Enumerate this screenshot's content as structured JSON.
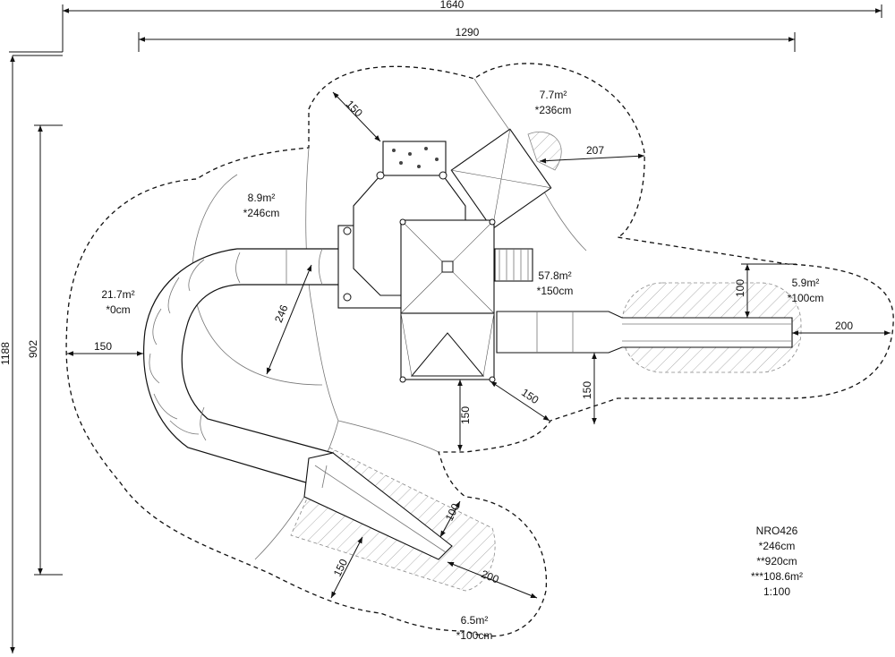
{
  "dimensions": {
    "overall_width": "1640",
    "inner_width": "1290",
    "overall_height": "1188",
    "inner_height": "902"
  },
  "clearances": {
    "top_left": "150",
    "top_right": "207",
    "left": "150",
    "tube_radius": "246",
    "right_slide_width": "100",
    "right_slide_run": "200",
    "tower_front": "150",
    "tower_bottom": "150",
    "right_bottom": "150",
    "lower_slide_width": "100",
    "lower_slide_side": "150",
    "lower_slide_run": "200"
  },
  "areas": {
    "top": {
      "area": "7.7m²",
      "height": "*236cm"
    },
    "upper_left": {
      "area": "8.9m²",
      "height": "*246cm"
    },
    "left": {
      "area": "21.7m²",
      "height": "*0cm"
    },
    "center": {
      "area": "57.8m²",
      "height": "*150cm"
    },
    "right": {
      "area": "5.9m²",
      "height": "*100cm"
    },
    "bottom": {
      "area": "6.5m²",
      "height": "*100cm"
    }
  },
  "title_block": {
    "code": "NRO426",
    "height1": "*246cm",
    "height2": "**920cm",
    "area": "***108.6m²",
    "scale": "1:100"
  }
}
